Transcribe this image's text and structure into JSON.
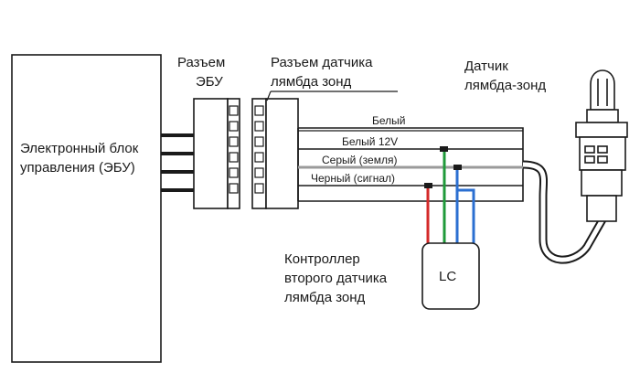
{
  "ecu": {
    "line1": "Электронный блок",
    "line2": "управления (ЭБУ)"
  },
  "ecu_connector": {
    "line1": "Разъем",
    "line2": "ЭБУ"
  },
  "sensor_connector": {
    "line1": "Разъем датчика",
    "line2": "лямбда зонд"
  },
  "sensor": {
    "line1": "Датчик",
    "line2": "лямбда-зонд"
  },
  "wires": [
    {
      "label": "Белый"
    },
    {
      "label": "Белый 12V"
    },
    {
      "label": "Серый (земля)"
    },
    {
      "label": "Черный (сигнал)"
    }
  ],
  "controller": {
    "line1": "Контроллер",
    "line2": "второго датчика",
    "line3": "лямбда зонд",
    "box_label": "LC"
  },
  "colors": {
    "red_wire": "#d42a2a",
    "green_wire": "#1f9a3a",
    "blue_wire": "#2b6fd1",
    "black": "#1a1a1a"
  }
}
